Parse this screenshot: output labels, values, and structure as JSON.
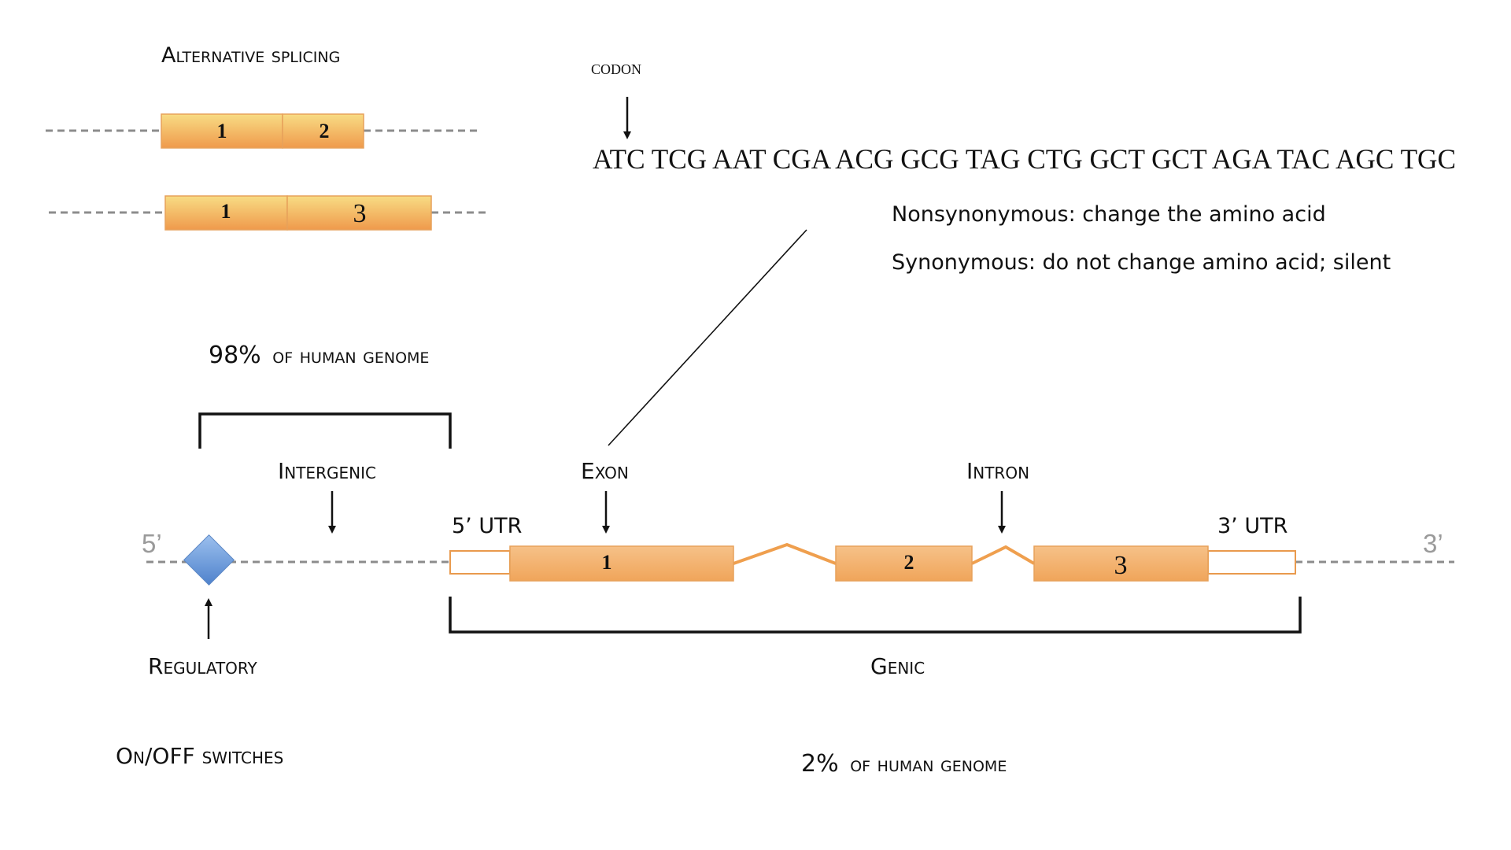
{
  "alt_splicing": {
    "title": "Alternative splicing",
    "transcript_a": [
      "1",
      "2"
    ],
    "transcript_b": [
      "1",
      "3"
    ]
  },
  "codon": {
    "label": "codon",
    "sequence": "ATC TCG AAT CGA ACG GCG TAG CTG GCT GCT AGA TAC AGC TGC"
  },
  "mutation_types": {
    "nonsynonymous": "Nonsynonymous: change the amino acid",
    "synonymous": "Synonymous: do not change amino acid; silent"
  },
  "genome": {
    "pct_98": "98%",
    "pct_98_rest": "of human genome",
    "pct_2": "2%",
    "pct_2_rest": "of human genome",
    "intergenic": "Intergenic",
    "exon": "Exon",
    "intron": "Intron",
    "utr5": "5’ UTR",
    "utr3": "3’ UTR",
    "end5": "5’",
    "end3": "3’",
    "gene_exons": [
      "1",
      "2",
      "3"
    ],
    "regulatory": "Regulatory",
    "genic": "Genic",
    "switches": "On/OFF switches"
  },
  "colors": {
    "exon_top": "#f6d27d",
    "exon_bottom": "#ef9f4e",
    "regulatory_diamond": "#6d9bd8",
    "intron_line": "#ef9f4e"
  }
}
